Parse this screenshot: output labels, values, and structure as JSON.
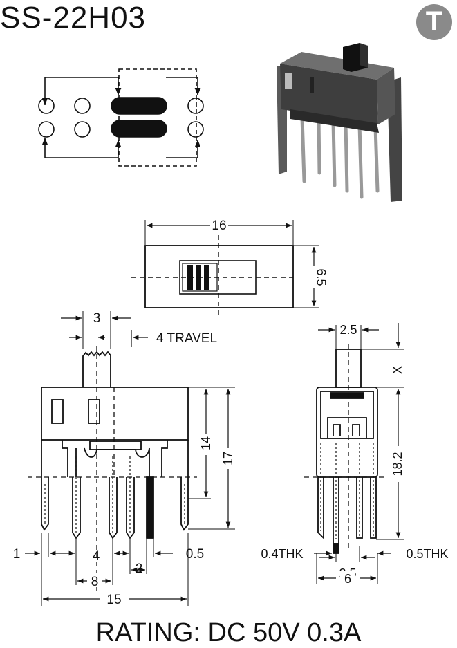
{
  "title": "SS-22H03",
  "logo_letter": "T",
  "rating": "RATING: DC 50V 0.3A",
  "top_view": {
    "width": "16",
    "height": "6.5"
  },
  "front_view": {
    "actuator_width": "3",
    "travel": "4 TRAVEL",
    "body_height": "14",
    "total_height": "17",
    "pin_dim_left": "1",
    "pin_pitch": "4",
    "pin_width": "0.5",
    "pin_gap": "2",
    "span_inner": "8",
    "span_outer": "15"
  },
  "side_view": {
    "actuator_width": "2.5",
    "actuator_height": "X",
    "height": "18.2",
    "pin_thk_left": "0.4THK",
    "pin_thk_right": "0.5THK",
    "pin_pitch": "2.5",
    "width": "6"
  },
  "icons": {
    "logo": "circle-t-logo-icon",
    "product": "slide-switch-photo-icon"
  }
}
